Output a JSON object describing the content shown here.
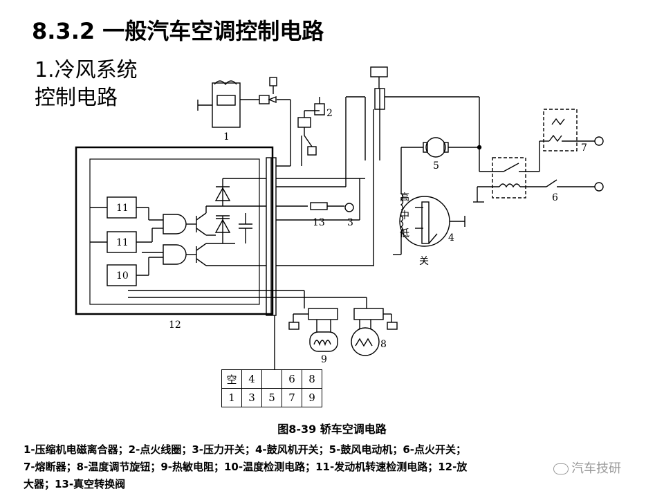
{
  "title": "8.3.2 一般汽车空调控制电路",
  "subtitle": [
    "1.冷风系统",
    "控制电路"
  ],
  "diagram": {
    "labels": {
      "n1": "1",
      "n2": "2",
      "n3": "3",
      "n4": "4",
      "n5": "5",
      "n6": "6",
      "n7": "7",
      "n8": "8",
      "n9": "9",
      "n12": "12",
      "n13": "13"
    },
    "boxes": {
      "b11a": "11",
      "b11b": "11",
      "b10": "10"
    },
    "switch_labels": {
      "high": "高",
      "mid": "中",
      "low": "低",
      "off": "关"
    }
  },
  "connector_table": {
    "rows": [
      [
        "空",
        "4",
        "",
        "6",
        "8"
      ],
      [
        "1",
        "3",
        "5",
        "7",
        "9"
      ]
    ]
  },
  "caption": "图8-39   轿车空调电路",
  "legend": [
    "1-压缩机电磁离合器；2-点火线圈；3-压力开关；4-鼓风机开关；5-鼓风电动机；6-点火开关；",
    "7-熔断器；8-温度调节旋钮；9-热敏电阻；10-温度检测电路；11-发动机转速检测电路；12-放",
    "大器；13-真空转换阀"
  ],
  "watermark": "汽车技研"
}
